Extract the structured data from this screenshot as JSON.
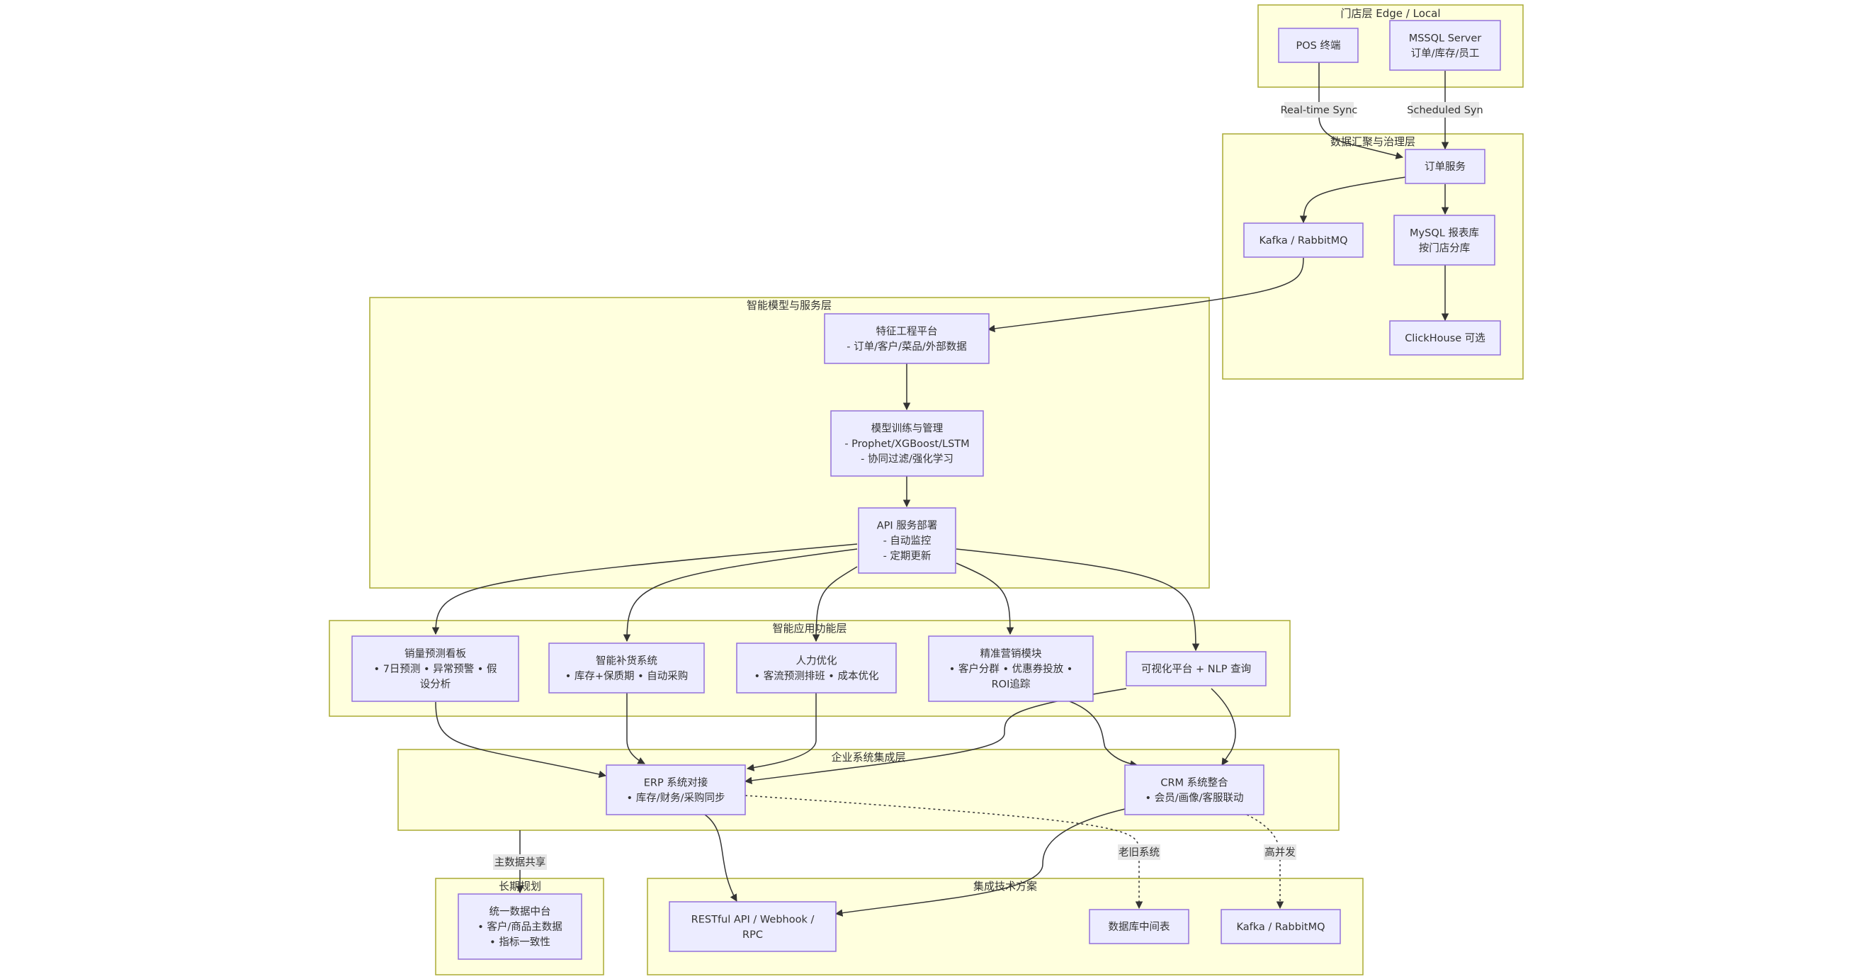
{
  "clusters": {
    "store": "门店层 Edge / Local",
    "data": "数据汇聚与治理层",
    "model": "智能模型与服务层",
    "app": "智能应用功能层",
    "enterprise": "企业系统集成层",
    "longterm": "长期规划",
    "integration": "集成技术方案"
  },
  "nodes": {
    "pos": [
      "POS 终端"
    ],
    "mssql": [
      "MSSQL Server",
      "订单/库存/员工"
    ],
    "order": [
      "订单服务"
    ],
    "kafka1": [
      "Kafka / RabbitMQ"
    ],
    "mysql": [
      "MySQL 报表库",
      "按门店分库"
    ],
    "clickhouse": [
      "ClickHouse 可选"
    ],
    "feature": [
      "特征工程平台",
      "- 订单/客户/菜品/外部数据"
    ],
    "train": [
      "模型训练与管理",
      "- Prophet/XGBoost/LSTM",
      "- 协同过滤/强化学习"
    ],
    "api": [
      "API 服务部署",
      "- 自动监控",
      "- 定期更新"
    ],
    "sales": [
      "销量预测看板",
      "• 7日预测 • 异常预警 • 假",
      "设分析"
    ],
    "replenish": [
      "智能补货系统",
      "• 库存+保质期 • 自动采购"
    ],
    "hr": [
      "人力优化",
      "• 客流预测排班 • 成本优化"
    ],
    "marketing": [
      "精准营销模块",
      "• 客户分群 • 优惠券投放 •",
      "ROI追踪"
    ],
    "viz": [
      "可视化平台 + NLP 查询"
    ],
    "erp": [
      "ERP 系统对接",
      "• 库存/财务/采购同步"
    ],
    "crm": [
      "CRM 系统整合",
      "• 会员/画像/客服联动"
    ],
    "mdm": [
      "统一数据中台",
      "• 客户/商品主数据",
      "• 指标一致性"
    ],
    "rest": [
      "RESTful API / Webhook /",
      "RPC"
    ],
    "dbmid": [
      "数据库中间表"
    ],
    "kafka2": [
      "Kafka / RabbitMQ"
    ]
  },
  "edge_labels": {
    "realtime": "Real-time Sync",
    "scheduled": "Scheduled Syn",
    "masterdata": "主数据共享",
    "legacy": "老旧系统",
    "highconc": "高并发"
  },
  "colors": {
    "cluster_fill": "#ffffde",
    "cluster_stroke": "#aaaa33",
    "node_fill": "#ececff",
    "node_stroke": "#9370db",
    "edge": "#333333",
    "label_bg": "#e8e8e8"
  }
}
